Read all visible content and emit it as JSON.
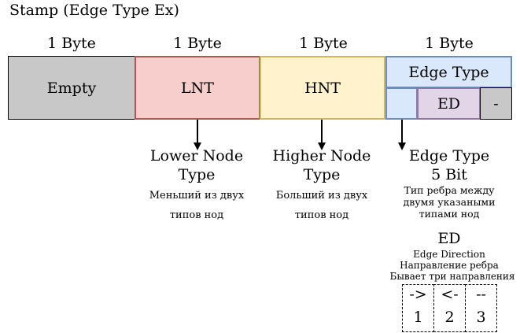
{
  "title": "Stamp (Edge Type Ex)",
  "bytes": [
    "1 Byte",
    "1 Byte",
    "1 Byte",
    "1 Byte"
  ],
  "fields": {
    "empty": "Empty",
    "lnt": "LNT",
    "hnt": "HNT",
    "edge_type": "Edge Type",
    "ed": "ED",
    "dash": "-"
  },
  "lnt_desc": {
    "title": "Lower Node Type",
    "sub": "Меньший из двух типов нод"
  },
  "hnt_desc": {
    "title": "Higher Node Type",
    "sub": "Больший из двух типов нод"
  },
  "edge_desc": {
    "title": "Edge Type",
    "bits": "5 Bit",
    "sub": "Тип ребра между двумя указаными типами нод"
  },
  "ed_desc": {
    "title": "ED",
    "line1": "Edge Direction",
    "line2": "Направление ребра",
    "line3": "Бывает три направления"
  },
  "directions": [
    {
      "symbol": "->",
      "value": "1"
    },
    {
      "symbol": "<-",
      "value": "2"
    },
    {
      "symbol": "--",
      "value": "3"
    }
  ],
  "colors": {
    "empty_fill": "#c8c8c8",
    "lnt_fill": "#f8cecc",
    "lnt_border": "#b85450",
    "hnt_fill": "#fff2cc",
    "hnt_border": "#d6b656",
    "edge_fill": "#dae8fc",
    "edge_border": "#6c8ebf",
    "ed_fill": "#e1d5e7",
    "ed_border": "#9673a6"
  }
}
